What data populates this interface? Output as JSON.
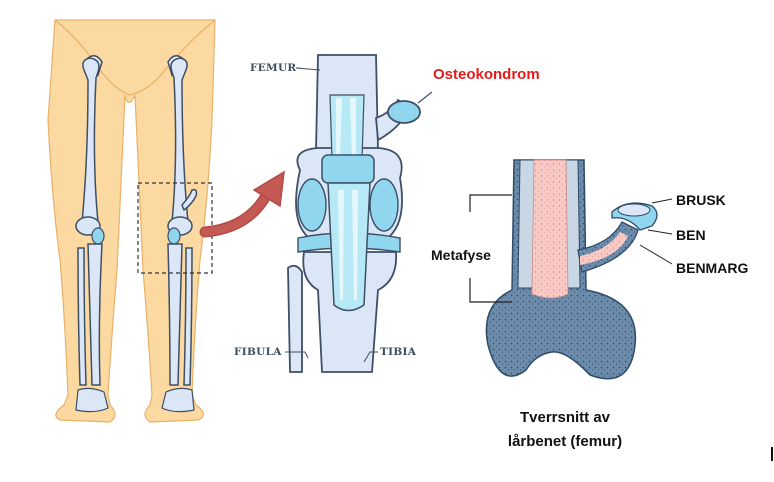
{
  "labels": {
    "femur": "FEMUR",
    "fibula": "FIBULA",
    "tibia": "TIBIA",
    "osteokondrom": "Osteokondrom",
    "metafyse": "Metafyse",
    "brusk": "BRUSK",
    "ben": "BEN",
    "benmarg": "BENMARG"
  },
  "caption": {
    "line1": "Tverrsnitt av",
    "line2": "lårbenet (femur)"
  },
  "colors": {
    "skin": "#fcd9a0",
    "skin_shade": "#f6c57a",
    "bone": "#dbe7f6",
    "bone_outline": "#3e4f66",
    "cartilage": "#8fd6ee",
    "cortex": "#5c7c9c",
    "marrow": "#f6c6c2",
    "arrow": "#c45a53",
    "highlight": "#e21b1b"
  }
}
